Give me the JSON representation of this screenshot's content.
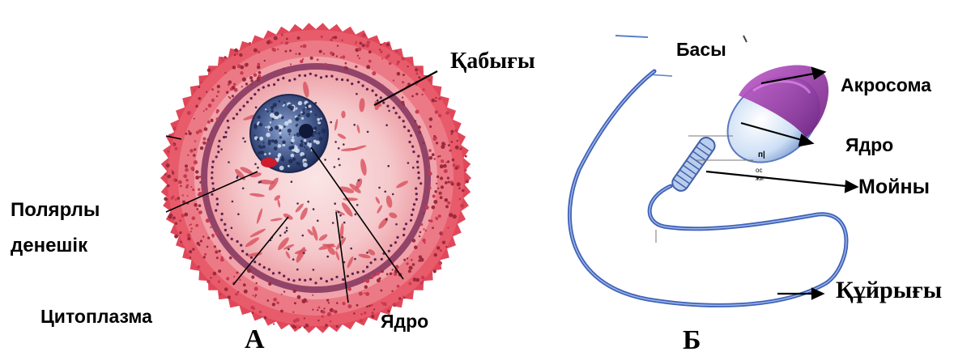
{
  "figure_a": {
    "label_shell": "Қабығы",
    "label_polar_body_line1": "Полярлы",
    "label_polar_body_line2": "денешік",
    "label_cytoplasm": "Цитоплазма",
    "label_nucleus": "Ядро",
    "panel_letter": "А"
  },
  "figure_b": {
    "label_head": "Басы",
    "label_acrosome": "Акросома",
    "label_nucleus": "Ядро",
    "label_neck": "Мойны",
    "label_tail": "Құйрығы",
    "panel_letter": "Б",
    "small_text_1": "п|",
    "small_text_2": "ос",
    "small_text_3": "жи"
  },
  "colors": {
    "outer_corona": "#e0485a",
    "zona": "#f2b4b8",
    "cytoplasm": "#f8dada",
    "nucleus": "#3a4e7e",
    "granule": "#d23a45",
    "acrosome": "#8e2a9c",
    "sperm_head": "#cfe0f6",
    "tail": "#3f62b8"
  }
}
